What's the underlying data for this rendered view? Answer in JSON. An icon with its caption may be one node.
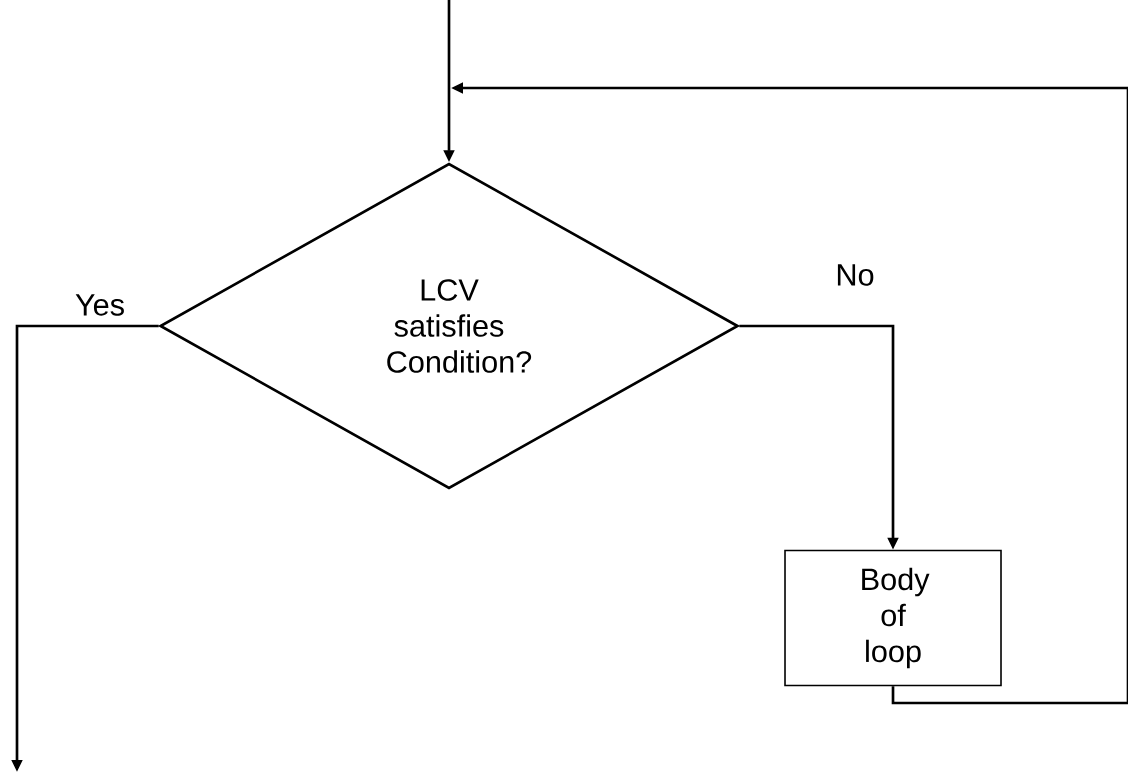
{
  "diagram": {
    "nodes": [
      {
        "text": [
          "LCV satisfies Condition?"
        ]
      },
      {
        "text": [
          "Body of loop"
        ]
      }
    ],
    "edges": [
      {
        "from": null,
        "to": 0,
        "arrow": "to"
      },
      {
        "from": 0,
        "to": 1,
        "arrow": "to",
        "label": "No"
      },
      {
        "from": 0,
        "to": null,
        "arrow": "to",
        "label": "Yes"
      },
      {
        "from": 1,
        "to": 0,
        "arrow": "to"
      }
    ]
  }
}
